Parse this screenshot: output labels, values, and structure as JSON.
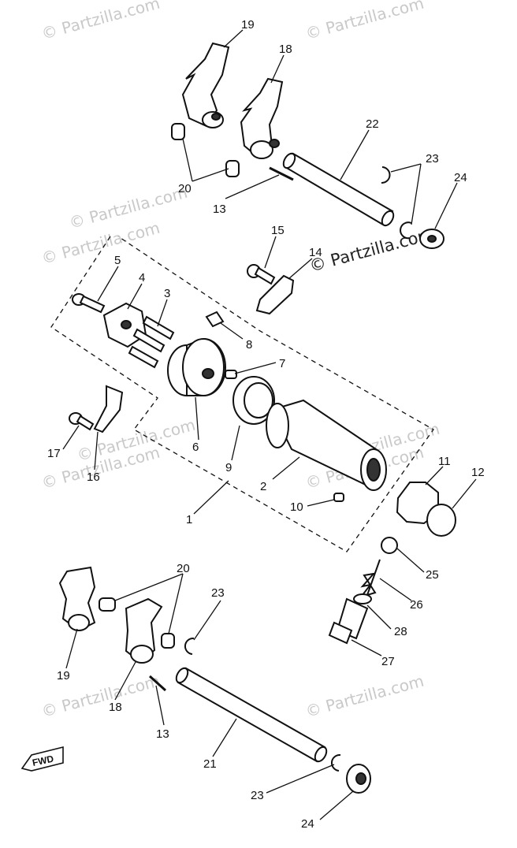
{
  "watermarks": [
    "© Partzilla.com",
    "© Partzilla.com",
    "© Partzilla.com",
    "© Partzilla.com",
    "© Partzilla.com",
    "© Partzilla.com",
    "© Partzilla.com",
    "© Partzilla.com",
    "© Partzilla.com",
    "© Partzilla.com"
  ],
  "watermark_center": "© Partzilla.com",
  "fwd_label": "FWD",
  "labels": {
    "l1": "1",
    "l2": "2",
    "l3": "3",
    "l4": "4",
    "l5": "5",
    "l6": "6",
    "l7": "7",
    "l8": "8",
    "l9": "9",
    "l10": "10",
    "l11": "11",
    "l12": "12",
    "l13a": "13",
    "l13b": "13",
    "l14": "14",
    "l15": "15",
    "l16": "16",
    "l17": "17",
    "l18a": "18",
    "l18b": "18",
    "l19a": "19",
    "l19b": "19",
    "l20a": "20",
    "l20b": "20",
    "l21": "21",
    "l22": "22",
    "l23a": "23",
    "l23b": "23",
    "l23c": "23",
    "l24a": "24",
    "l24b": "24",
    "l25": "25",
    "l26": "26",
    "l27": "27",
    "l28": "28"
  }
}
